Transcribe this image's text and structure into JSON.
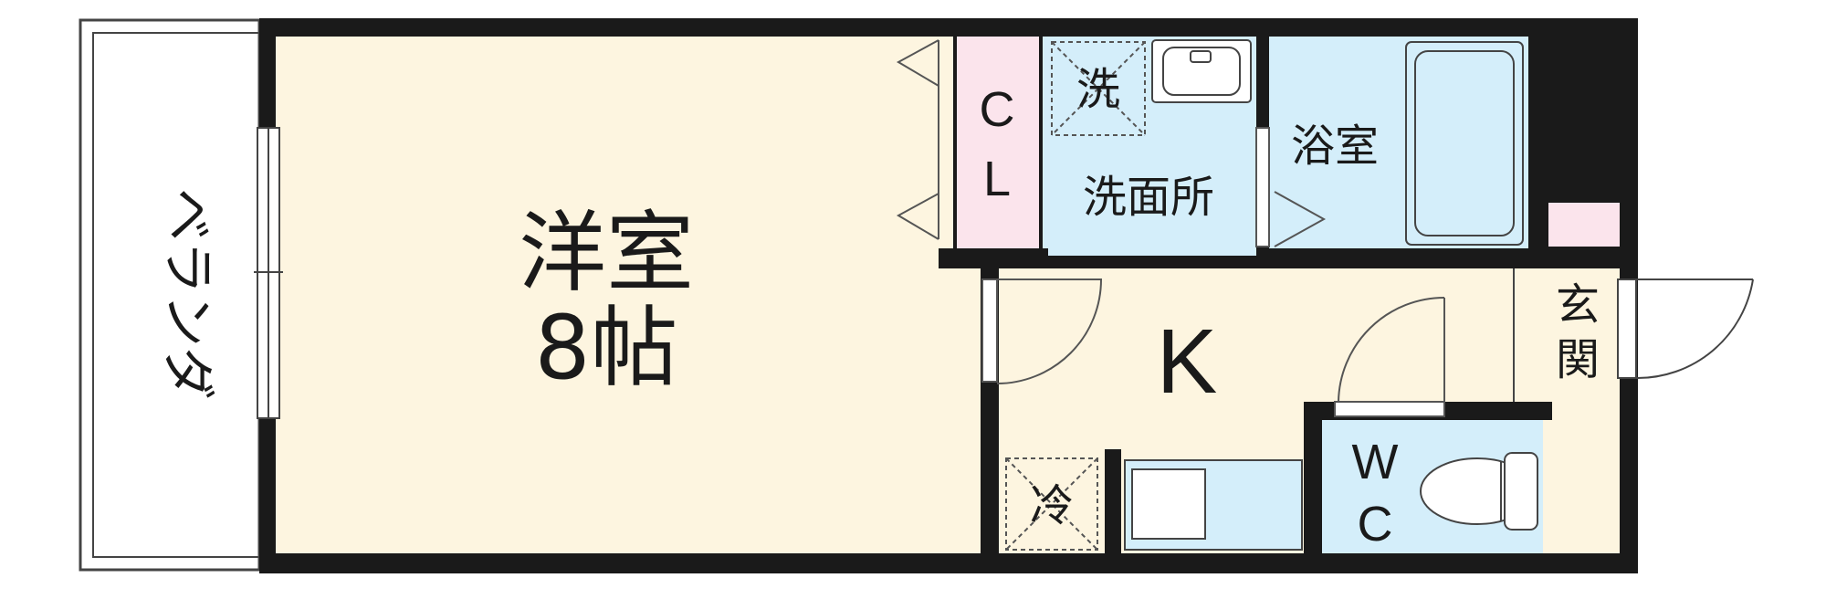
{
  "plan": {
    "colors": {
      "wall": "#1a1a1a",
      "western_room": "#fdf5e0",
      "kitchen": "#fdf5e0",
      "wet_area": "#d4eefa",
      "closet": "#fbe4ec",
      "balcony": "#ffffff",
      "fixture_line": "#555555"
    },
    "rooms": {
      "western_room_name": "洋室",
      "western_room_size": "8帖",
      "balcony": "ベランダ",
      "closet_c": "C",
      "closet_l": "L",
      "washroom": "洗面所",
      "washer": "洗",
      "bathroom": "浴室",
      "kitchen": "K",
      "fridge": "冷",
      "toilet_w": "W",
      "toilet_c": "C",
      "entrance_1": "玄",
      "entrance_2": "関"
    }
  }
}
